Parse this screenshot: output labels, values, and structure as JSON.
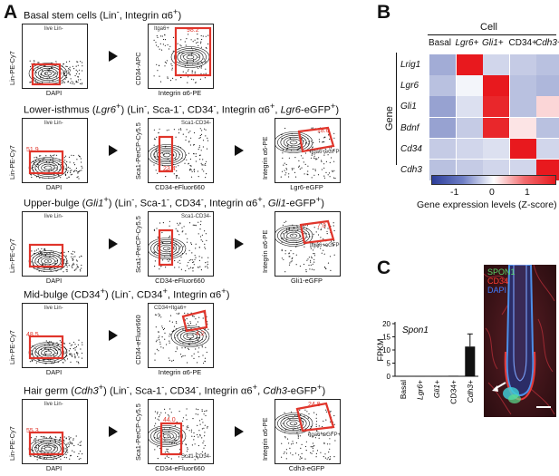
{
  "labels": {
    "panel_a": "A",
    "panel_b": "B",
    "panel_c": "C"
  },
  "rows": [
    {
      "title_parts": [
        "Basal stem cells (Lin",
        "-",
        ", Integrin α6",
        "+",
        ")"
      ],
      "plots": [
        {
          "ylabel": "Lin-PE-Cy7",
          "xlabel": "DAPI",
          "gate": "live Lin-",
          "pct": ""
        },
        {
          "ylabel": "CD34-APC",
          "xlabel": "Integrin α6-PE",
          "gate": "Itga6+",
          "pct": "98.2"
        }
      ]
    },
    {
      "title_html": "Lower-isthmus (<i>Lgr6</i><sup>+</sup>) (Lin<sup>-</sup>, Sca-1<sup>-</sup>, CD34<sup>-</sup>, Integrin α6<sup>+</sup>, <i>Lgr6</i>-eGFP<sup>+</sup>)",
      "plots": [
        {
          "ylabel": "Lin-PE-Cy7",
          "xlabel": "DAPI",
          "gate": "live Lin-",
          "pct": "51.9"
        },
        {
          "ylabel": "Sca1-PerCP-Cy5.5",
          "xlabel": "CD34-eFluor660",
          "gate": "Sca1-CD34-",
          "pct": "23.4"
        },
        {
          "ylabel": "Integrin α6-PE",
          "xlabel": "Lgr6-eGFP",
          "gate": "Itga6+eGFP+",
          "pct": "18.0"
        }
      ]
    },
    {
      "title_html": "Upper-bulge (<i>Gli1</i><sup>+</sup>) (Lin<sup>-</sup>, Sca-1<sup>-</sup>, CD34<sup>-</sup>, Integrin α6<sup>+</sup>, <i>Gli1</i>-eGFP<sup>+</sup>)",
      "plots": [
        {
          "ylabel": "Lin-PE-Cy7",
          "xlabel": "DAPI",
          "gate": "live Lin-",
          "pct": ""
        },
        {
          "ylabel": "Sca1-PerCP-Cy5.5",
          "xlabel": "CD34-eFluor660",
          "gate": "Sca1-CD34-",
          "pct": ""
        },
        {
          "ylabel": "Integrin α6-PE",
          "xlabel": "Gli1-eGFP",
          "gate": "Itga6+eGFP+",
          "pct": "7.0"
        }
      ]
    },
    {
      "title_html": "Mid-bulge (CD34<sup>+</sup>) (Lin<sup>-</sup>, CD34<sup>+</sup>, Integrin α6<sup>+</sup>)",
      "plots": [
        {
          "ylabel": "Lin-PE-Cy7",
          "xlabel": "DAPI",
          "gate": "live Lin-",
          "pct": "48.5"
        },
        {
          "ylabel": "CD34-eFluor660",
          "xlabel": "Integrin α6-PE",
          "gate": "CD34+Itga6+",
          "pct": "4.2"
        }
      ]
    },
    {
      "title_html": "Hair germ (<i>Cdh3</i><sup>+</sup>) (Lin<sup>-</sup>, Sca-1<sup>-</sup>, CD34<sup>-</sup>, Integrin α6<sup>+</sup>, <i>Cdh3</i>-eGFP<sup>+</sup>)",
      "plots": [
        {
          "ylabel": "Lin-PE-Cy7",
          "xlabel": "DAPI",
          "gate": "live Lin-",
          "pct": "55.3"
        },
        {
          "ylabel": "Sca1-PerCP-Cy5.5",
          "xlabel": "CD34-eFluor660",
          "gate": "Sca1-CD34-",
          "pct": "44.0"
        },
        {
          "ylabel": "Integrin α6-PE",
          "xlabel": "Cdh3-eGFP",
          "gate": "Itga6+eGFP+",
          "pct": "24.8"
        }
      ]
    }
  ],
  "heatmap": {
    "header": "Cell",
    "y_title": "Gene",
    "columns": [
      "Basal",
      "Lgr6+",
      "Gli1+",
      "CD34+",
      "Cdh3+"
    ],
    "genes": [
      "Lrig1",
      "Lgr6",
      "Gli1",
      "Bdnf",
      "Cd34",
      "Cdh3"
    ],
    "zscores": [
      [
        -0.8,
        1.7,
        -0.4,
        -0.5,
        -0.6
      ],
      [
        -0.6,
        -0.1,
        1.7,
        -0.6,
        -0.7
      ],
      [
        -0.9,
        -0.3,
        1.6,
        -0.6,
        0.3
      ],
      [
        -0.9,
        -0.5,
        1.6,
        0.2,
        -0.6
      ],
      [
        -0.5,
        -0.4,
        -0.3,
        1.7,
        -0.4
      ],
      [
        -0.6,
        -0.5,
        -0.4,
        -0.4,
        1.7
      ]
    ],
    "colorbar": {
      "ticks": [
        "-1",
        "0",
        "1"
      ],
      "label": "Gene expression levels (Z-score)"
    }
  },
  "chart_data": {
    "type": "bar",
    "title": "Spon1",
    "ylabel": "FPKM",
    "categories": [
      "Basal",
      "Lgr6+",
      "Gli1+",
      "CD34+",
      "Cdh3+"
    ],
    "values": [
      0.1,
      0.1,
      0.1,
      0.2,
      11.3
    ],
    "errors": [
      0,
      0,
      0,
      0,
      4.8
    ],
    "ylim": [
      0,
      20
    ],
    "yticks": [
      "0",
      "5",
      "10",
      "15",
      "20"
    ]
  },
  "micrograph": {
    "legend": [
      "SPON1",
      "CD34",
      "DAPI"
    ],
    "legend_colors": [
      "#58d66a",
      "#ff3b30",
      "#3f7cff"
    ]
  },
  "colors": {
    "gate": "#e0352b",
    "heat_low": "#3a4fa8",
    "heat_mid": "#ffffff",
    "heat_high": "#e8191e"
  }
}
